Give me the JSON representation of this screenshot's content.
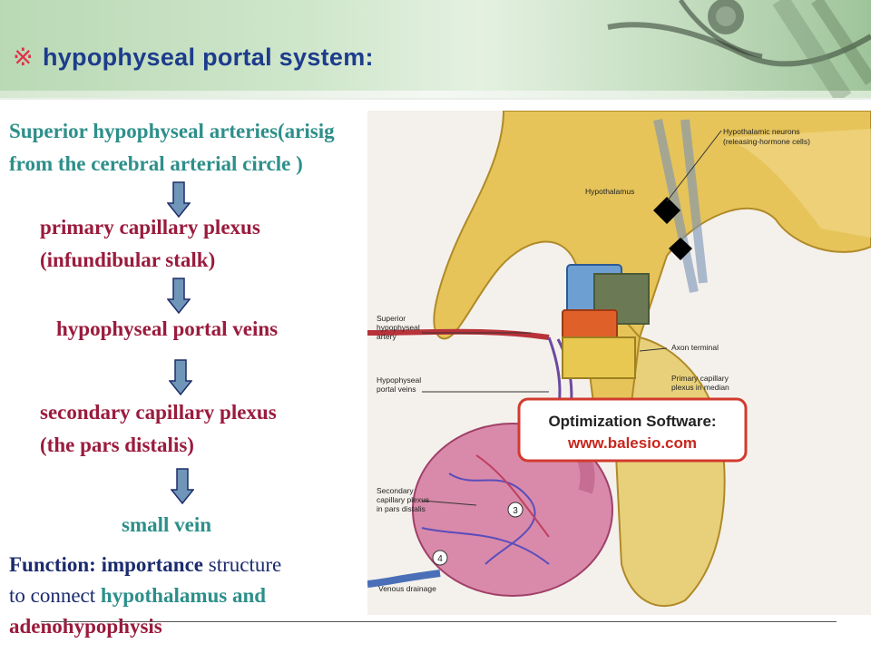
{
  "title": {
    "mark": "※",
    "text": "hypophyseal portal system:"
  },
  "flow": {
    "superior_line1": "Superior hypophyseal arteries(arisig",
    "superior_line2": "from the cerebral arterial circle )",
    "primary_line1": "primary capillary plexus",
    "primary_line2": "(infundibular stalk)",
    "portal_veins": "hypophyseal portal veins",
    "secondary_line1": "secondary capillary plexus",
    "secondary_line2": "(the pars distalis)",
    "small_vein": "small vein"
  },
  "function": {
    "label": "Function:",
    "importance": "importance",
    "structure": "structure",
    "to_connect": "to connect",
    "hypothalamus_and": "hypothalamus and",
    "adenohypophysis": "adenohypophysis"
  },
  "diagram": {
    "labels": {
      "hypothalamic_neurons1": "Hypothalamic neurons",
      "hypothalamic_neurons2": "(releasing-hormone cells)",
      "hypothalamus": "Hypothalamus",
      "superior1": "Superior",
      "superior2": "hypophyseal",
      "superior3": "artery",
      "axon_terminal": "Axon terminal",
      "hypophyseal_portal1": "Hypophyseal",
      "hypophyseal_portal2": "portal veins",
      "primary_cap1": "Primary capillary",
      "primary_cap2": "plexus in median",
      "secondary1": "Secondary",
      "secondary2": "capillary plexus",
      "secondary3": "in pars distalis",
      "venous_drainage": "Venous drainage",
      "num3": "3",
      "num4": "4"
    },
    "watermark_line1": "Optimization Software:",
    "watermark_line2": "www.balesio.com"
  },
  "colors": {
    "title": "#1d3c8c",
    "teal": "#2d8f8a",
    "maroon": "#9a1b3d",
    "navy": "#1b2b6e",
    "watermark_border": "#d23a2e",
    "watermark_url": "#c8261c"
  }
}
